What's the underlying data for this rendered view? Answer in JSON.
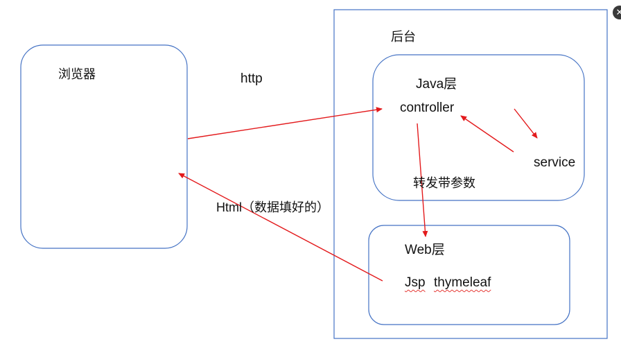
{
  "labels": {
    "backend": "后台",
    "browser": "浏览器",
    "http": "http",
    "java_layer": "Java层",
    "controller": "controller",
    "service": "service",
    "forward": "转发带参数",
    "web_layer": "Web层",
    "jsp": "Jsp",
    "thymeleaf": "thymeleaf",
    "html_response": "Html（数据填好的）"
  },
  "close_icon": "close-icon",
  "colors": {
    "box_stroke": "#4472c4",
    "arrow": "#e31a1c",
    "text": "#111111"
  }
}
